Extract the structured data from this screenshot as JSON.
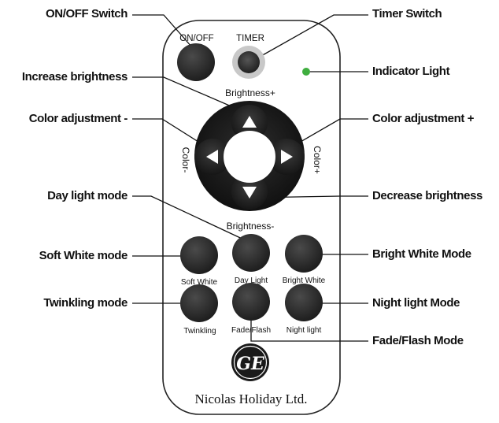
{
  "callouts": {
    "on_off_switch": "ON/OFF Switch",
    "timer_switch": "Timer Switch",
    "indicator_light": "Indicator Light",
    "increase_brightness": "Increase brightness",
    "color_adjustment_minus": "Color adjustment -",
    "color_adjustment_plus": "Color adjustment +",
    "day_light_mode": "Day light mode",
    "decrease_brightness": "Decrease brightness",
    "soft_white_mode": "Soft White mode",
    "bright_white_mode": "Bright White Mode",
    "twinkling_mode": "Twinkling mode",
    "night_light_mode": "Night light Mode",
    "fade_flash_mode": "Fade/Flash Mode"
  },
  "remote": {
    "on_off_label": "ON/OFF",
    "timer_label": "TIMER",
    "brightness_plus_label": "Brightness+",
    "brightness_minus_label": "Brightness-",
    "color_minus_label": "Color-",
    "color_plus_label": "Color+",
    "buttons": {
      "soft_white": "Soft White",
      "day_light": "Day Light",
      "bright_white": "Bright White",
      "twinkling": "Twinkling",
      "fade_flash": "Fade/Flash",
      "night_light": "Night light"
    },
    "logo_text": "GE",
    "brand": "Nicolas Holiday Ltd."
  },
  "colors": {
    "button_dark": "#2a2a2a",
    "indicator_green": "#3fae3f",
    "outline": "#222222"
  },
  "icons": {
    "up": "triangle-up-icon",
    "down": "triangle-down-icon",
    "left": "triangle-left-icon",
    "right": "triangle-right-icon"
  }
}
